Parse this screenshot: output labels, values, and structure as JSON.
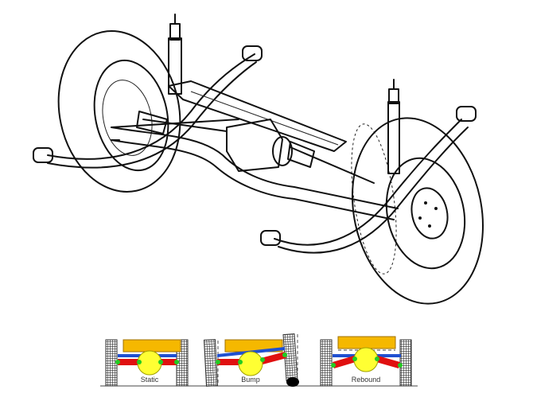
{
  "diagram": {
    "subject": "rear-axle-suspension",
    "states": [
      {
        "label": "Static"
      },
      {
        "label": "Bump"
      },
      {
        "label": "Rebound"
      }
    ]
  },
  "colors": {
    "body": "#f5b800",
    "diff": "#ffff33",
    "link": "#e01010",
    "beam": "#2050d0",
    "pivot": "#22cc22",
    "tyre": "#555555"
  }
}
